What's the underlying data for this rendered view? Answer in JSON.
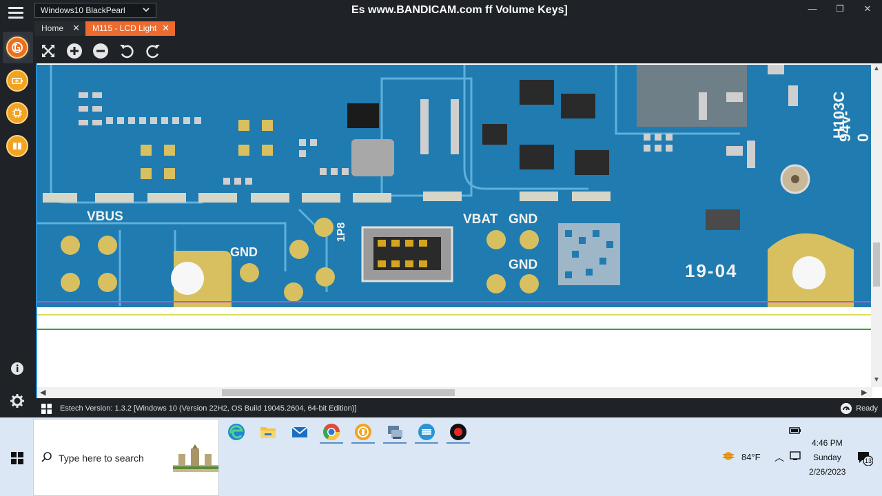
{
  "window": {
    "title": "Es www.BANDICAM.com ff Volume Keys]",
    "profile": "Windows10 BlackPearl",
    "minimize": "—",
    "maximize": "❐",
    "close": "✕"
  },
  "tabs": [
    {
      "label": "Home",
      "close": "✕"
    },
    {
      "label": "M115 - LCD Light",
      "close": "✕"
    }
  ],
  "rail": {
    "icons": [
      "logo-icon",
      "battery-icon",
      "chip-icon",
      "power-icon",
      "info-icon",
      "gear-icon"
    ]
  },
  "toolbar": {
    "tools": [
      "fit-screen-icon",
      "zoom-in-icon",
      "zoom-out-icon",
      "rotate-left-icon",
      "rotate-right-icon"
    ]
  },
  "board": {
    "labels": {
      "vbus": "VBUS",
      "gnd1": "GND",
      "ip8": "1P8",
      "vbat": "VBAT",
      "gnd2": "GND",
      "gnd3": "GND",
      "date": "19-04",
      "serial1": "H103C",
      "serial2": "94V-0"
    },
    "colors": {
      "pcb": "#1f7bb0",
      "pad": "#d8b860",
      "trace_purple": "#c44bd8",
      "trace_yellow": "#d9e05a",
      "trace_green": "#3aa13a"
    }
  },
  "status": {
    "version": "Estech Version: 1.3.2 [Windows 10 (Version 22H2, OS Build 19045.2604, 64-bit Edition)]",
    "ready": "Ready"
  },
  "taskbar": {
    "search_placeholder": "Type here to search",
    "apps": [
      "edge-icon",
      "file-explorer-icon",
      "mail-icon",
      "chrome-icon",
      "app-orange-icon",
      "network-icon",
      "estech-icon",
      "record-icon"
    ],
    "weather": "84°F",
    "time": "4:46 PM",
    "day": "Sunday",
    "date": "2/26/2023",
    "notifications": "13"
  }
}
